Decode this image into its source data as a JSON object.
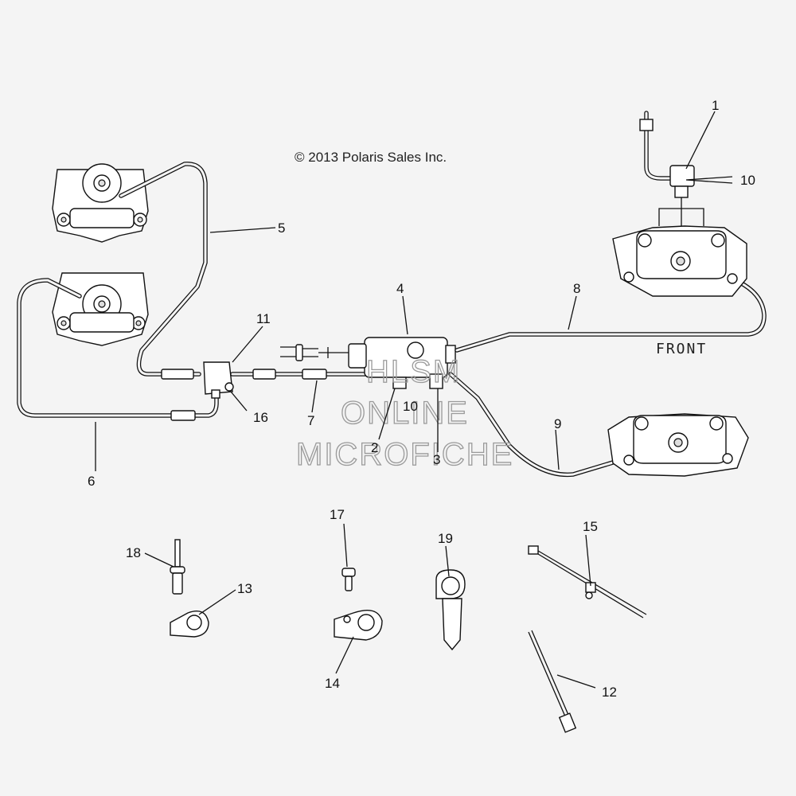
{
  "copyright": "© 2013 Polaris Sales Inc.",
  "front_label": "FRONT",
  "watermark": [
    "HLSM",
    "ONLINE",
    "MICROFICHE"
  ],
  "callouts": {
    "c1": "1",
    "c10a": "10",
    "c4": "4",
    "c5": "5",
    "c8": "8",
    "c11": "11",
    "c10b": "10",
    "c16": "16",
    "c7": "7",
    "c6": "6",
    "c9": "9",
    "c2": "2",
    "c3": "3",
    "c17": "17",
    "c19": "19",
    "c15": "15",
    "c18": "18",
    "c13": "13",
    "c14": "14",
    "c12": "12"
  }
}
